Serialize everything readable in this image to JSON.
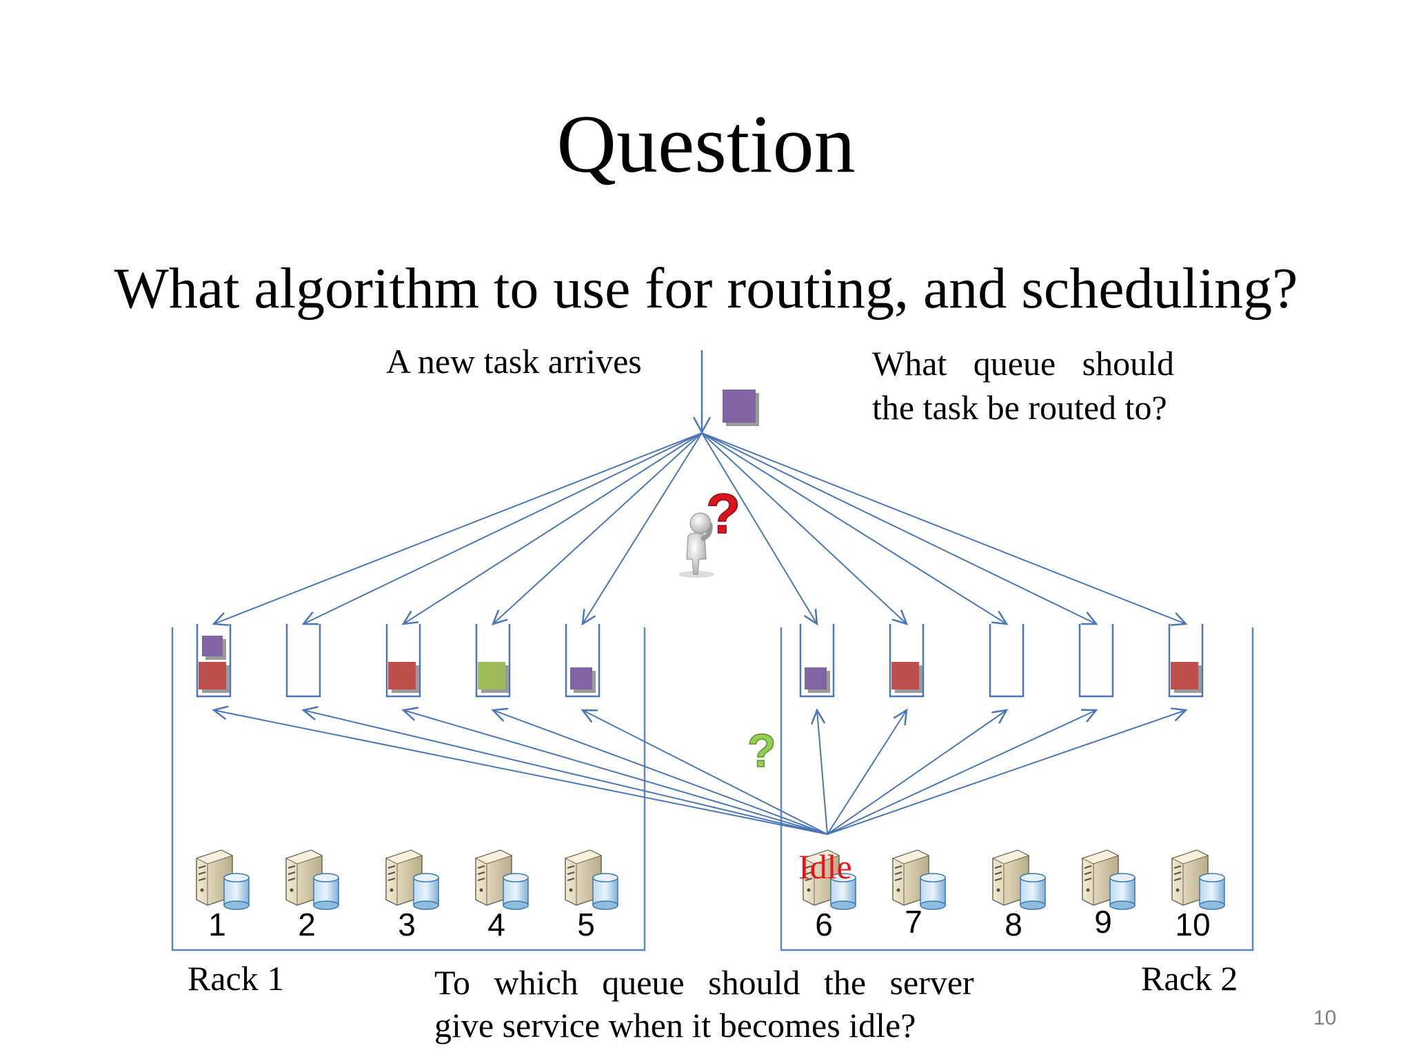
{
  "title": "Question",
  "subtitle": "What algorithm to use for routing, and scheduling?",
  "labels": {
    "new_task": "A new task arrives",
    "route_question_line1": "What queue should",
    "route_question_line2": "the task be routed to?",
    "serve_question_line1": "To which queue should the server",
    "serve_question_line2": "give service when it becomes idle?",
    "idle": "Idle",
    "rack1": "Rack 1",
    "rack2": "Rack 2",
    "page_number": "10"
  },
  "servers": [
    "1",
    "2",
    "3",
    "4",
    "5",
    "6",
    "7",
    "8",
    "9",
    "10"
  ],
  "queues": [
    {
      "id": 1,
      "tasks": [
        "red",
        "purple"
      ]
    },
    {
      "id": 2,
      "tasks": []
    },
    {
      "id": 3,
      "tasks": [
        "red"
      ]
    },
    {
      "id": 4,
      "tasks": [
        "green"
      ]
    },
    {
      "id": 5,
      "tasks": [
        "purple"
      ]
    },
    {
      "id": 6,
      "tasks": [
        "purple"
      ]
    },
    {
      "id": 7,
      "tasks": [
        "red"
      ]
    },
    {
      "id": 8,
      "tasks": []
    },
    {
      "id": 9,
      "tasks": []
    },
    {
      "id": 10,
      "tasks": [
        "red"
      ]
    }
  ],
  "arriving_task_color": "purple",
  "idle_server": "6",
  "colors": {
    "purple": "#8064a2",
    "red": "#c0504d",
    "green": "#9bbb59",
    "arrow": "#4a76b8",
    "rack_line": "#5a85c4",
    "idle_text": "#e8141a",
    "page_number": "#7f7f7f",
    "question_red": "#d9141a",
    "question_green": "#92d050"
  },
  "icons": {
    "thinker": "person-question-icon",
    "green_question": "question-mark-icon",
    "server": "server-database-icon"
  }
}
